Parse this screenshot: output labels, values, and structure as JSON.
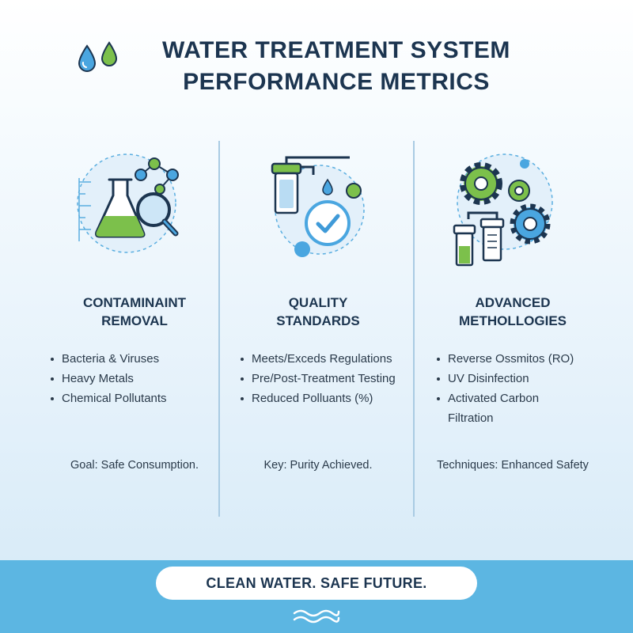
{
  "header": {
    "title_line1": "WATER TREATMENT SYSTEM",
    "title_line2": "PERFORMANCE METRICS",
    "drop_icons": [
      "water-drop-blue",
      "water-drop-green"
    ]
  },
  "columns": [
    {
      "icon": "flask-magnifier-molecule",
      "title_line1": "CONTAMINAINT",
      "title_line2": "REMOVAL",
      "items": [
        "Bacteria & Viruses",
        "Heavy Metals",
        "Chemical Pollutants"
      ],
      "footer": "Goal: Safe Consumption."
    },
    {
      "icon": "filter-checkmark",
      "title_line1": "QUALITY",
      "title_line2": "STANDARDS",
      "items": [
        "Meets/Exceds Regulations",
        "Pre/Post-Treatment Testing",
        "Reduced Polluants (%)"
      ],
      "footer": "Key: Purity Achieved."
    },
    {
      "icon": "gears-filter-cartridges",
      "title_line1": "ADVANCED",
      "title_line2": "METHOLLOGIES",
      "items": [
        "Reverse Ossmitos (RO)",
        "UV Disinfection",
        "Activated Carbon",
        "Filtration"
      ],
      "footer": "Techniques: Enhanced Safety"
    }
  ],
  "banner": {
    "text": "CLEAN WATER. SAFE FUTURE.",
    "icon": "water-waves"
  },
  "colors": {
    "navy": "#1c3550",
    "blue": "#3f9ad8",
    "green": "#7cc04b",
    "band": "#5cb6e2"
  }
}
